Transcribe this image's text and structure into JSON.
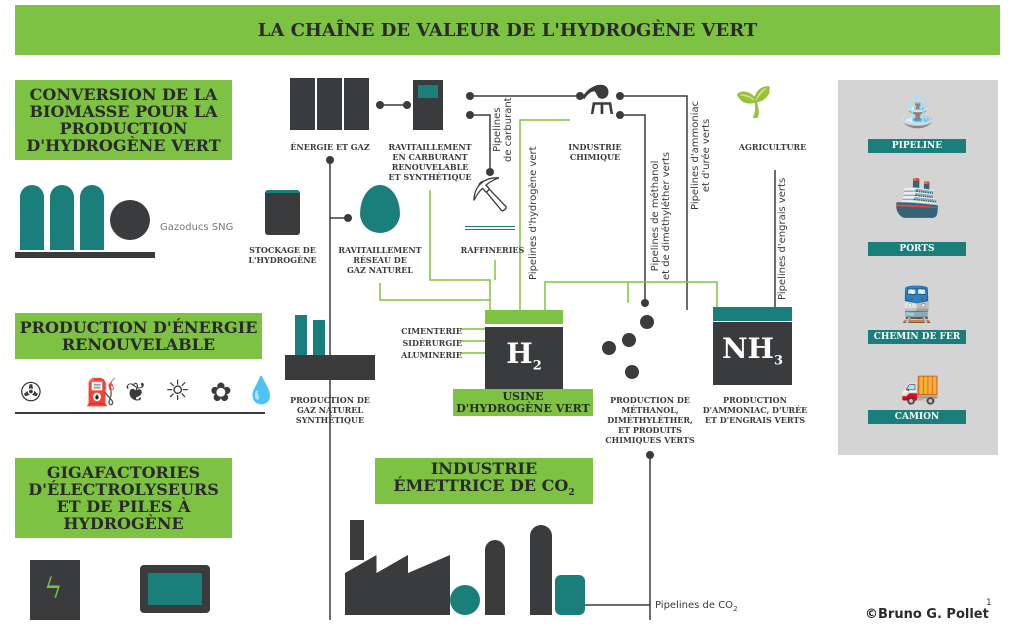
{
  "title": "LA CHAÎNE DE VALEUR DE L'HYDROGÈNE VERT",
  "sections": {
    "biomass": "CONVERSION DE LA BIOMASSE POUR LA PRODUCTION D'HYDROGÈNE VERT",
    "renewable": "PRODUCTION D'ÉNERGIE RENOUVELABLE",
    "gigafactories": "GIGAFACTORIES D'ÉLECTROLYSEURS ET DE PILES À HYDROGÈNE",
    "emitting": "INDUSTRIE ÉMETTRICE DE CO",
    "emitting_sub": "2"
  },
  "nodes": {
    "energy": "ÉNERGIE ET GAZ",
    "refuel": "RAVITAILLEMENT\nEN CARBURANT\nRENOUVELABLE\nET SYNTHÉTIQUE",
    "chemical": "INDUSTRIE\nCHIMIQUE",
    "agriculture": "AGRICULTURE",
    "storage": "STOCKAGE DE\nL'HYDROGÈNE",
    "gasgrid": "RAVITAILLEMENT\nRÉSEAU DE\nGAZ NATUREL",
    "refineries": "RAFFINERIES",
    "sng": "PRODUCTION DE\nGAZ NATUREL\nSYNTHÉTIQUE",
    "cement": "CIMENTERIE",
    "steel": "SIDÉRURGIE",
    "aluminium": "ALUMINERIE",
    "h2": "H",
    "h2_sub": "2",
    "plant": "USINE\nD'HYDROGÈNE VERT",
    "methanol": "PRODUCTION DE\nMÉTHANOL,\nDIMÉTHYLÉTHER,\nET PRODUITS\nCHIMIQUES VERTS",
    "nh3": "NH",
    "nh3_sub": "3",
    "ammonia": "PRODUCTION\nD'AMMONIAC, D'URÉE\nET D'ENGRAIS VERTS"
  },
  "pipelines": {
    "fuel": "Pipelines\nde carburant",
    "h2": "Pipelines d'hydrogène vert",
    "methanol": "Pipelines de méthanol\net de diméthyléther verts",
    "ammonia": "Pipelines d'ammoniac\net d'urée verts",
    "fertilizer": "Pipelines d'engrais verts",
    "sng": "Gazoducs SNG",
    "co2": "Pipelines de CO",
    "co2_sub": "2"
  },
  "transport": [
    "PIPELINE",
    "PORTS",
    "CHEMIN DE FER",
    "CAMION"
  ],
  "credit": "©Bruno G. Pollet",
  "page_number": "1",
  "colors": {
    "green": "#7dc242",
    "dark": "#3a3b3d",
    "teal": "#1a7f7a",
    "panel": "#d4d4d4"
  }
}
